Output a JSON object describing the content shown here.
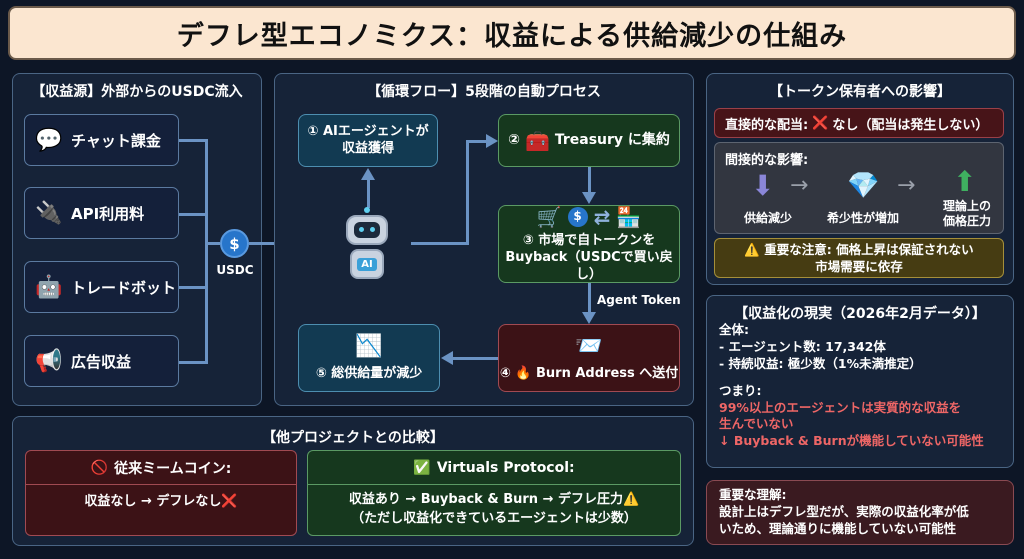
{
  "title": "デフレ型エコノミクス：収益による供給減少の仕組み",
  "revenue_sources": {
    "title": "【収益源】外部からのUSDC流入",
    "items": [
      {
        "icon": "speech-bubble-icon",
        "glyph": "💬",
        "label": "チャット課金"
      },
      {
        "icon": "plug-icon",
        "glyph": "🔌",
        "label": "API利用料"
      },
      {
        "icon": "robot-icon",
        "glyph": "🤖",
        "label": "トレードボット"
      },
      {
        "icon": "megaphone-icon",
        "glyph": "📢",
        "label": "広告収益"
      }
    ],
    "usdc_label": "USDC",
    "usdc_glyph": "$"
  },
  "flow": {
    "title": "【循環フロー】5段階の自動プロセス",
    "ai_badge": "AI",
    "steps": [
      {
        "num": "①",
        "line1": "AIエージェントが",
        "line2": "収益獲得"
      },
      {
        "num": "②",
        "glyph": "🧰",
        "label": "Treasury に集約"
      },
      {
        "num": "③",
        "line1": "市場で自トークンを",
        "line2": "Buyback（USDCで買い戻し）",
        "glyphs": [
          "🛒",
          "$",
          "⇄",
          "🏪"
        ]
      },
      {
        "num": "④",
        "glyph": "🔥",
        "label": "Burn Address へ送付",
        "icon_glyph": "📨"
      },
      {
        "num": "⑤",
        "label": "総供給量が減少",
        "icon_glyph": "📉"
      }
    ],
    "agent_token_label": "Agent Token"
  },
  "holder_impact": {
    "title": "【トークン保有者への影響】",
    "direct": {
      "label": "直接的な配当:",
      "mark": "❌",
      "value": "なし（配当は発生しない）"
    },
    "indirect": {
      "label": "間接的な影響:",
      "chain": [
        {
          "glyph": "⬇",
          "label": "供給減少"
        },
        {
          "glyph": "💎",
          "label": "希少性が増加"
        },
        {
          "glyph": "⬆",
          "label_line1": "理論上の",
          "label_line2": "価格圧力"
        }
      ],
      "arrow": "→"
    },
    "warning": {
      "glyph": "⚠️",
      "line1": "重要な注意: 価格上昇は保証されない",
      "line2": "市場需要に依存"
    }
  },
  "reality": {
    "title": "【収益化の現実（2026年2月データ）】",
    "overall_label": "全体:",
    "stats": [
      "- エージェント数: 17,342体",
      "- 持続収益: 極少数（1%未満推定）"
    ],
    "summary_label": "つまり:",
    "summary_lines": [
      "99%以上のエージェントは実質的な収益を",
      "生んでいない",
      "↓ Buyback & Burnが機能していない可能性"
    ]
  },
  "comparison": {
    "title": "【他プロジェクトとの比較】",
    "legacy": {
      "glyph": "🚫",
      "title": "従来ミームコイン:",
      "body": "収益なし → デフレなし",
      "mark": "❌"
    },
    "virtuals": {
      "glyph": "✅",
      "title": "Virtuals Protocol:",
      "body_line1": "収益あり → Buyback & Burn → デフレ圧力",
      "mark": "⚠️",
      "body_line2": "（ただし収益化できているエージェントは少数）"
    }
  },
  "understanding": {
    "label": "重要な理解:",
    "lines": [
      "設計上はデフレ型だが、実際の収益化率が低",
      "いため、理論通りに機能していない可能性"
    ]
  }
}
